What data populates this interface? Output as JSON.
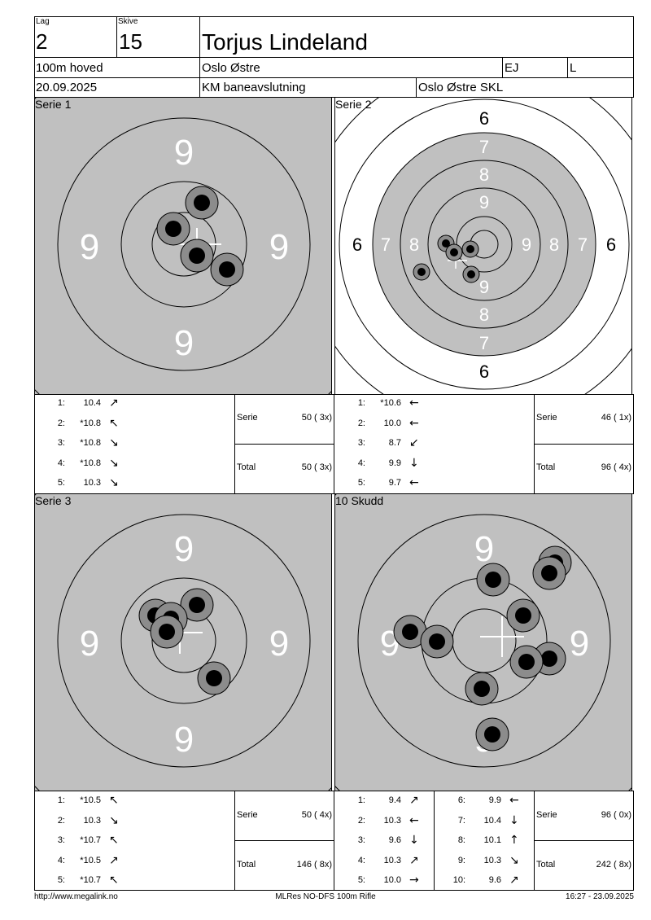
{
  "header": {
    "lag_label": "Lag",
    "lag_value": "2",
    "skive_label": "Skive",
    "skive_value": "15",
    "shooter_name": "Torjus Lindeland",
    "program": "100m hoved",
    "club": "Oslo Østre",
    "class": "EJ",
    "level": "L",
    "date": "20.09.2025",
    "event": "KM baneavslutning",
    "organizer": "Oslo Østre SKL"
  },
  "panels": {
    "serie1_title": "Serie 1",
    "serie2_title": "Serie 2",
    "serie3_title": "Serie 3",
    "skudd10_title": "10 Skudd",
    "nine": "9",
    "r6": "6",
    "r7": "7",
    "r8": "8",
    "r9": "9"
  },
  "serie1": {
    "shots": [
      {
        "n": "1:",
        "v": "10.4",
        "a": "↗"
      },
      {
        "n": "2:",
        "v": "*10.8",
        "a": "↖"
      },
      {
        "n": "3:",
        "v": "*10.8",
        "a": "↘"
      },
      {
        "n": "4:",
        "v": "*10.8",
        "a": "↘"
      },
      {
        "n": "5:",
        "v": "10.3",
        "a": "↘"
      }
    ],
    "serie_label": "Serie",
    "serie_value": "50 ( 3x)",
    "total_label": "Total",
    "total_value": "50 ( 3x)"
  },
  "serie2": {
    "shots": [
      {
        "n": "1:",
        "v": "*10.6",
        "a": "←"
      },
      {
        "n": "2:",
        "v": "10.0",
        "a": "←"
      },
      {
        "n": "3:",
        "v": "8.7",
        "a": "↙"
      },
      {
        "n": "4:",
        "v": "9.9",
        "a": "↓"
      },
      {
        "n": "5:",
        "v": "9.7",
        "a": "←"
      }
    ],
    "serie_label": "Serie",
    "serie_value": "46 ( 1x)",
    "total_label": "Total",
    "total_value": "96 ( 4x)"
  },
  "serie3": {
    "shots": [
      {
        "n": "1:",
        "v": "*10.5",
        "a": "↖"
      },
      {
        "n": "2:",
        "v": "10.3",
        "a": "↘"
      },
      {
        "n": "3:",
        "v": "*10.7",
        "a": "↖"
      },
      {
        "n": "4:",
        "v": "*10.5",
        "a": "↗"
      },
      {
        "n": "5:",
        "v": "*10.7",
        "a": "↖"
      }
    ],
    "serie_label": "Serie",
    "serie_value": "50 ( 4x)",
    "total_label": "Total",
    "total_value": "146 ( 8x)"
  },
  "skudd10": {
    "shots_left": [
      {
        "n": "1:",
        "v": "9.4",
        "a": "↗"
      },
      {
        "n": "2:",
        "v": "10.3",
        "a": "←"
      },
      {
        "n": "3:",
        "v": "9.6",
        "a": "↓"
      },
      {
        "n": "4:",
        "v": "10.3",
        "a": "↗"
      },
      {
        "n": "5:",
        "v": "10.0",
        "a": "→"
      }
    ],
    "shots_right": [
      {
        "n": "6:",
        "v": "9.9",
        "a": "←"
      },
      {
        "n": "7:",
        "v": "10.4",
        "a": "↓"
      },
      {
        "n": "8:",
        "v": "10.1",
        "a": "↑"
      },
      {
        "n": "9:",
        "v": "10.3",
        "a": "↘"
      },
      {
        "n": "10:",
        "v": "9.6",
        "a": "↗"
      }
    ],
    "serie_label": "Serie",
    "serie_value": "96 ( 0x)",
    "total_label": "Total",
    "total_value": "242 ( 8x)"
  },
  "footer": {
    "url": "http://www.megalink.no",
    "system": "MLRes NO-DFS 100m Rifle",
    "timestamp": "16:27 - 23.09.2025"
  },
  "colors": {
    "target_gray": "#c0c0c0",
    "hole_gray": "#8c8c8c"
  }
}
